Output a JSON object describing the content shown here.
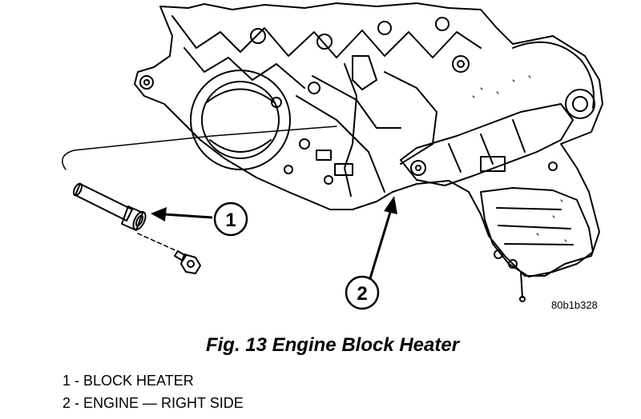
{
  "figure": {
    "callouts": [
      {
        "number": "1"
      },
      {
        "number": "2"
      }
    ],
    "image_code": "80b1b328"
  },
  "caption": "Fig. 13 Engine Block Heater",
  "legend": [
    {
      "text": "1 - BLOCK HEATER"
    },
    {
      "text": "2 - ENGINE — RIGHT SIDE"
    }
  ]
}
